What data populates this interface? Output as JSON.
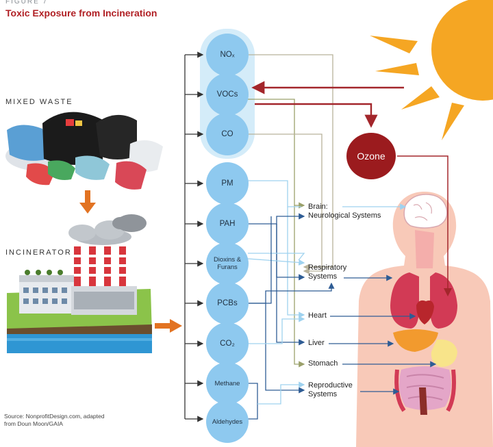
{
  "figure": {
    "label": "FIGURE 7",
    "title": "Toxic Exposure from Incineration"
  },
  "sections": {
    "mixed_waste": "MIXED WASTE",
    "incinerator": "INCINERATOR"
  },
  "source": "Source: NonprofitDesign.com, adapted from Doun Moon/GAIA",
  "chemicals": [
    {
      "id": "nox",
      "label": "NOₓ"
    },
    {
      "id": "vocs",
      "label": "VOCs"
    },
    {
      "id": "co",
      "label": "CO"
    },
    {
      "id": "pm",
      "label": "PM"
    },
    {
      "id": "pah",
      "label": "PAH"
    },
    {
      "id": "dioxins",
      "label": "Dioxins & Furans"
    },
    {
      "id": "pcbs",
      "label": "PCBs"
    },
    {
      "id": "co2",
      "label": "CO₂"
    },
    {
      "id": "methane",
      "label": "Methane"
    },
    {
      "id": "aldehydes",
      "label": "Aldehydes"
    }
  ],
  "ozone": "Ozone",
  "systems": [
    {
      "id": "brain",
      "label": "Brain:\nNeurological Systems"
    },
    {
      "id": "respiratory",
      "label": "Respiratory\nSystems"
    },
    {
      "id": "heart",
      "label": "Heart"
    },
    {
      "id": "liver",
      "label": "Liver"
    },
    {
      "id": "stomach",
      "label": "Stomach"
    },
    {
      "id": "reproductive",
      "label": "Reproductive\nSystems"
    }
  ],
  "colors": {
    "title_red": "#b01f24",
    "chemical_circle": "#8ec9ef",
    "highlight_group": "#d4ecf9",
    "ozone": "#9b1b1e",
    "sun": "#f5a623",
    "arrow_orange": "#e27322",
    "line_tan": "#b8b29a",
    "line_green": "#9aa06a",
    "line_light_blue": "#9fd2ef",
    "line_dark_blue": "#2e5c94",
    "line_red": "#a3262b",
    "body_skin": "#f8c9b8"
  },
  "icons": [
    "trash-bags-icon",
    "incinerator-factory-icon",
    "smoke-cloud-icon",
    "sun-icon",
    "human-body-icon",
    "brain-icon",
    "lungs-icon",
    "heart-icon",
    "liver-icon",
    "stomach-icon",
    "intestines-icon"
  ]
}
